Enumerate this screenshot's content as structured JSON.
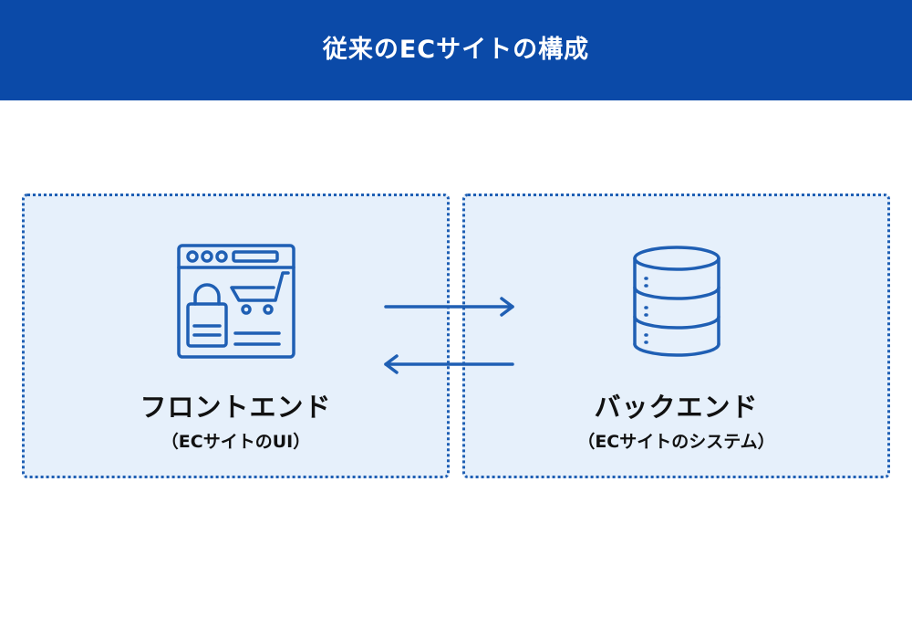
{
  "header": {
    "title": "従来のECサイトの構成",
    "background_color": "#0b4aa8"
  },
  "frontend": {
    "title": "フロントエンド",
    "subtitle": "（ECサイトのUI）",
    "icon": "shopping-browser-icon"
  },
  "backend": {
    "title": "バックエンド",
    "subtitle": "（ECサイトのシステム）",
    "icon": "database-icon"
  },
  "arrows": {
    "top": "frontend-to-backend",
    "bottom": "backend-to-frontend"
  },
  "colors": {
    "accent": "#1f5fb4",
    "panel_background": "#e6f0fb",
    "text": "#111111"
  }
}
